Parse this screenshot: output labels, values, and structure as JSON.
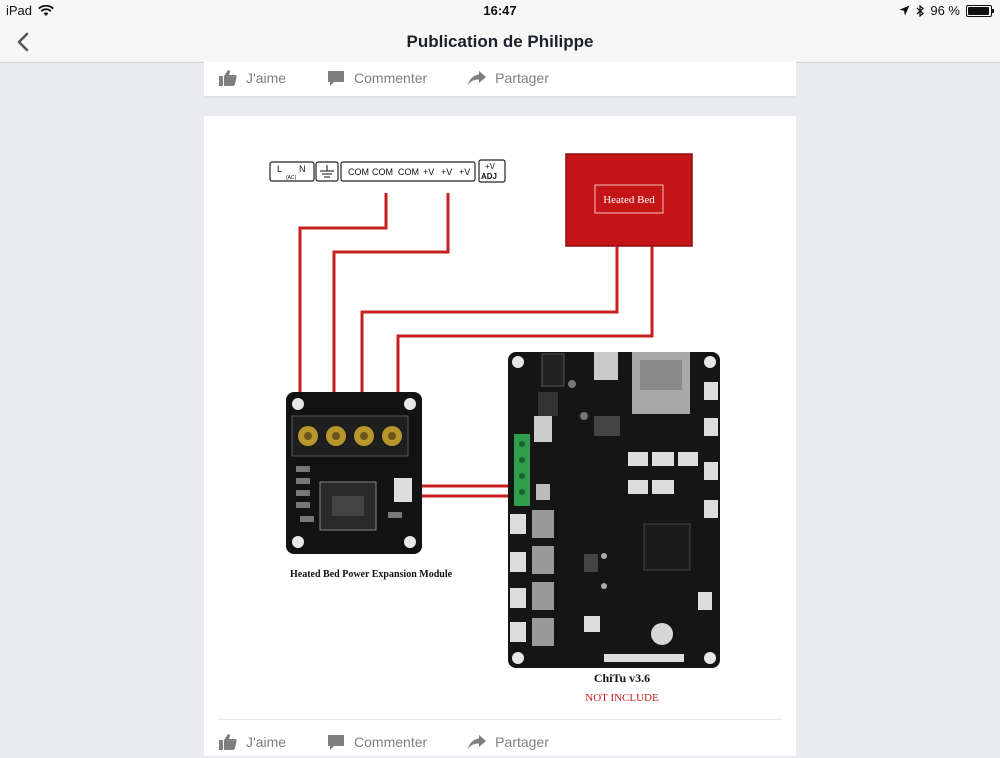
{
  "status_bar": {
    "device": "iPad",
    "time": "16:47",
    "battery": "96 %",
    "battery_level": 0.96
  },
  "nav": {
    "title": "Publication de Philippe"
  },
  "actions": {
    "like": "J'aime",
    "comment": "Commenter",
    "share": "Partager"
  },
  "diagram": {
    "terminal_l": "L",
    "terminal_n": "N",
    "terminal_ac": "(AC)",
    "com1": "COM",
    "com2": "COM",
    "com3": "COM",
    "v1": "+V",
    "v2": "+V",
    "v3": "+V",
    "adj_top": "+V",
    "adj_bottom": "ADJ",
    "heated_bed": "Heated Bed",
    "module_caption": "Heated Bed Power Expansion Module",
    "board_name": "ChiTu v3.6",
    "board_note": "NOT INCLUDE"
  }
}
